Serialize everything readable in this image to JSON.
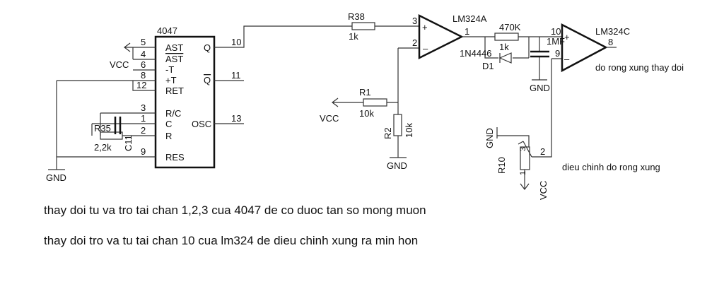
{
  "ic4047": {
    "name": "4047",
    "left_pins": [
      {
        "num": "5",
        "label": "AST"
      },
      {
        "num": "4",
        "label": "AST"
      },
      {
        "num": "6",
        "label": "-T"
      },
      {
        "num": "8",
        "label": "+T"
      },
      {
        "num": "12",
        "label": "RET"
      },
      {
        "num": "3",
        "label": "R/C"
      },
      {
        "num": "1",
        "label": "C"
      },
      {
        "num": "2",
        "label": "R"
      },
      {
        "num": "9",
        "label": "RES"
      }
    ],
    "right_pins": [
      {
        "num": "10",
        "label": "Q"
      },
      {
        "num": "11",
        "label": "Q"
      },
      {
        "num": "13",
        "label": "OSC"
      }
    ]
  },
  "parts": {
    "r35": {
      "name": "R35",
      "value": "2,2k"
    },
    "c11": {
      "name": "C11"
    },
    "r38": {
      "name": "R38",
      "value": "1k"
    },
    "r1": {
      "name": "R1",
      "value": "10k"
    },
    "r2": {
      "name": "R2",
      "value": "10k"
    },
    "opamp_a": {
      "name": "LM324A",
      "pin_plus": "3",
      "pin_minus": "2",
      "pin_out": "1"
    },
    "r_470k": {
      "name": "470K",
      "value": "1k"
    },
    "d1": {
      "name": "D1",
      "value": "1N4446"
    },
    "cap": {
      "value": "1MF"
    },
    "opamp_c": {
      "name": "LM324C",
      "pin_plus": "10",
      "pin_minus": "9",
      "pin_out": "8"
    },
    "r10": {
      "name": "R10",
      "pin1": "1",
      "pin2": "2",
      "pin3": "3"
    }
  },
  "power": {
    "vcc": "VCC",
    "gnd": "GND"
  },
  "annotations": {
    "output_note": "do rong xung thay doi",
    "pot_note": "dieu chinh do rong xung"
  },
  "notes": [
    "thay doi tu va tro tai chan 1,2,3 cua 4047 de co duoc tan so mong muon",
    "thay doi tro va tu tai chan 10 cua lm324 de dieu chinh xung ra min hon"
  ]
}
